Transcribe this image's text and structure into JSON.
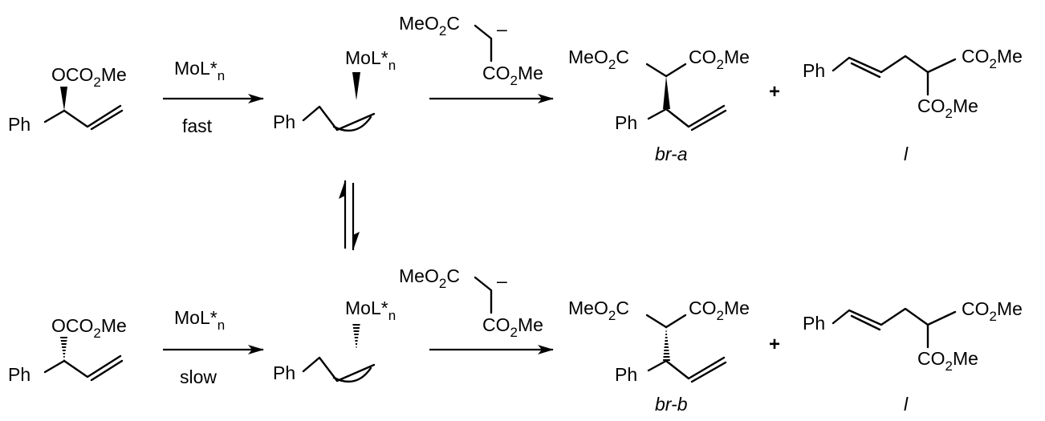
{
  "substituents": {
    "leaving_group": "OCO",
    "sub2": "2",
    "me": "Me",
    "phenyl": "Ph",
    "metal": "MoL*",
    "metal_sub": "n",
    "ester_left": "MeO",
    "ester_right": "CO",
    "charge": "–"
  },
  "arrows": {
    "fast_label": "fast",
    "slow_label": "slow"
  },
  "products": {
    "plus": "+",
    "branched_a": "br-a",
    "branched_b": "br-b",
    "linear": "l"
  }
}
